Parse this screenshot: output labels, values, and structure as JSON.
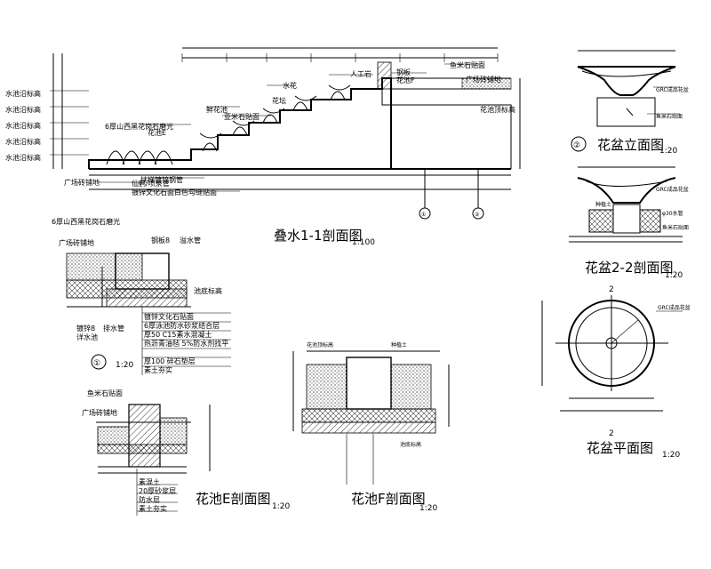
{
  "section_11": {
    "title": "叠水1-1剖面图",
    "scale": "1:100",
    "left_labels": [
      "水池沿标高",
      "水池沿标高",
      "水池沿标高",
      "水池沿标高",
      "水池沿标高"
    ],
    "callouts": [
      "6厚山西黑花岗石磨光",
      "鲜花池",
      "水花",
      "花池E",
      "花池F",
      "鱼米石贴面",
      "广场砖铺地",
      "扶梯镀锌钢管",
      "花池顶标高",
      "亚米石贴面",
      "人工岩",
      "花坛",
      "广场砖铺地",
      "仙鹤/喷泉管",
      "镀锌文化石面白色勾缝贴面",
      "钢板"
    ],
    "axis_marks": [
      "①",
      "②"
    ]
  },
  "detail_1": {
    "number": "①",
    "scale": "1:20",
    "labels": [
      "6厚山西黑花岗石磨光",
      "广场砖铺地",
      "钢板8",
      "溢水管",
      "池底标高",
      "排水管",
      "镀锌8",
      "详水池",
      "镀锌文化石贴面",
      "6厚泳池防水砂浆结合层",
      "厚50 C15素水混凝土",
      "热沥青油毡 5%防水剂找平",
      "厚100 碎石垫层",
      "素土夯实"
    ]
  },
  "pot_elevation": {
    "title": "花盆立面图",
    "number": "②",
    "scale": "1:20",
    "labels": [
      "GRC成品花盆",
      "鱼米石贴面"
    ]
  },
  "pot_section": {
    "title": "花盆2-2剖面图",
    "scale": "1:20",
    "labels": [
      "GRC成品花盆",
      "种植土",
      "φ30水管",
      "鱼米石贴面"
    ]
  },
  "pot_plan": {
    "title": "花盆平面图",
    "scale": "1:20",
    "labels": [
      "GRC成品花盆",
      "2",
      "2"
    ]
  },
  "bed_e": {
    "title": "花池E剖面图",
    "scale": "1:20",
    "labels": [
      "鱼米石贴面",
      "广场砖铺地",
      "素混土",
      "20厚砂浆层",
      "防水层",
      "素土夯实"
    ]
  },
  "bed_f": {
    "title": "花池F剖面图",
    "scale": "1:20",
    "labels": [
      "花池顶标高",
      "种植土",
      "池底标高"
    ]
  },
  "colors": {
    "line": "#000000",
    "background": "#ffffff"
  }
}
